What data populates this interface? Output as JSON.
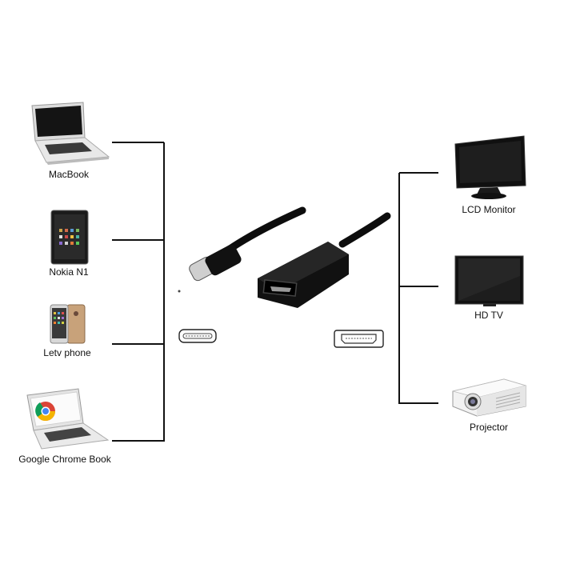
{
  "left_devices": [
    {
      "label": "MacBook",
      "icon": "laptop-icon"
    },
    {
      "label": "Nokia N1",
      "icon": "tablet-icon"
    },
    {
      "label": "Letv phone",
      "icon": "smartphone-icon"
    },
    {
      "label": "Google Chrome Book",
      "icon": "chromebook-icon"
    }
  ],
  "right_devices": [
    {
      "label": "LCD Monitor",
      "icon": "monitor-icon"
    },
    {
      "label": "HD TV",
      "icon": "tv-icon"
    },
    {
      "label": "Projector",
      "icon": "projector-icon"
    }
  ],
  "connectors": {
    "input": "usb-c-port-icon",
    "output": "hdmi-port-icon"
  },
  "colors": {
    "line": "#111111",
    "cable": "#0d0d0d",
    "background": "#ffffff"
  }
}
